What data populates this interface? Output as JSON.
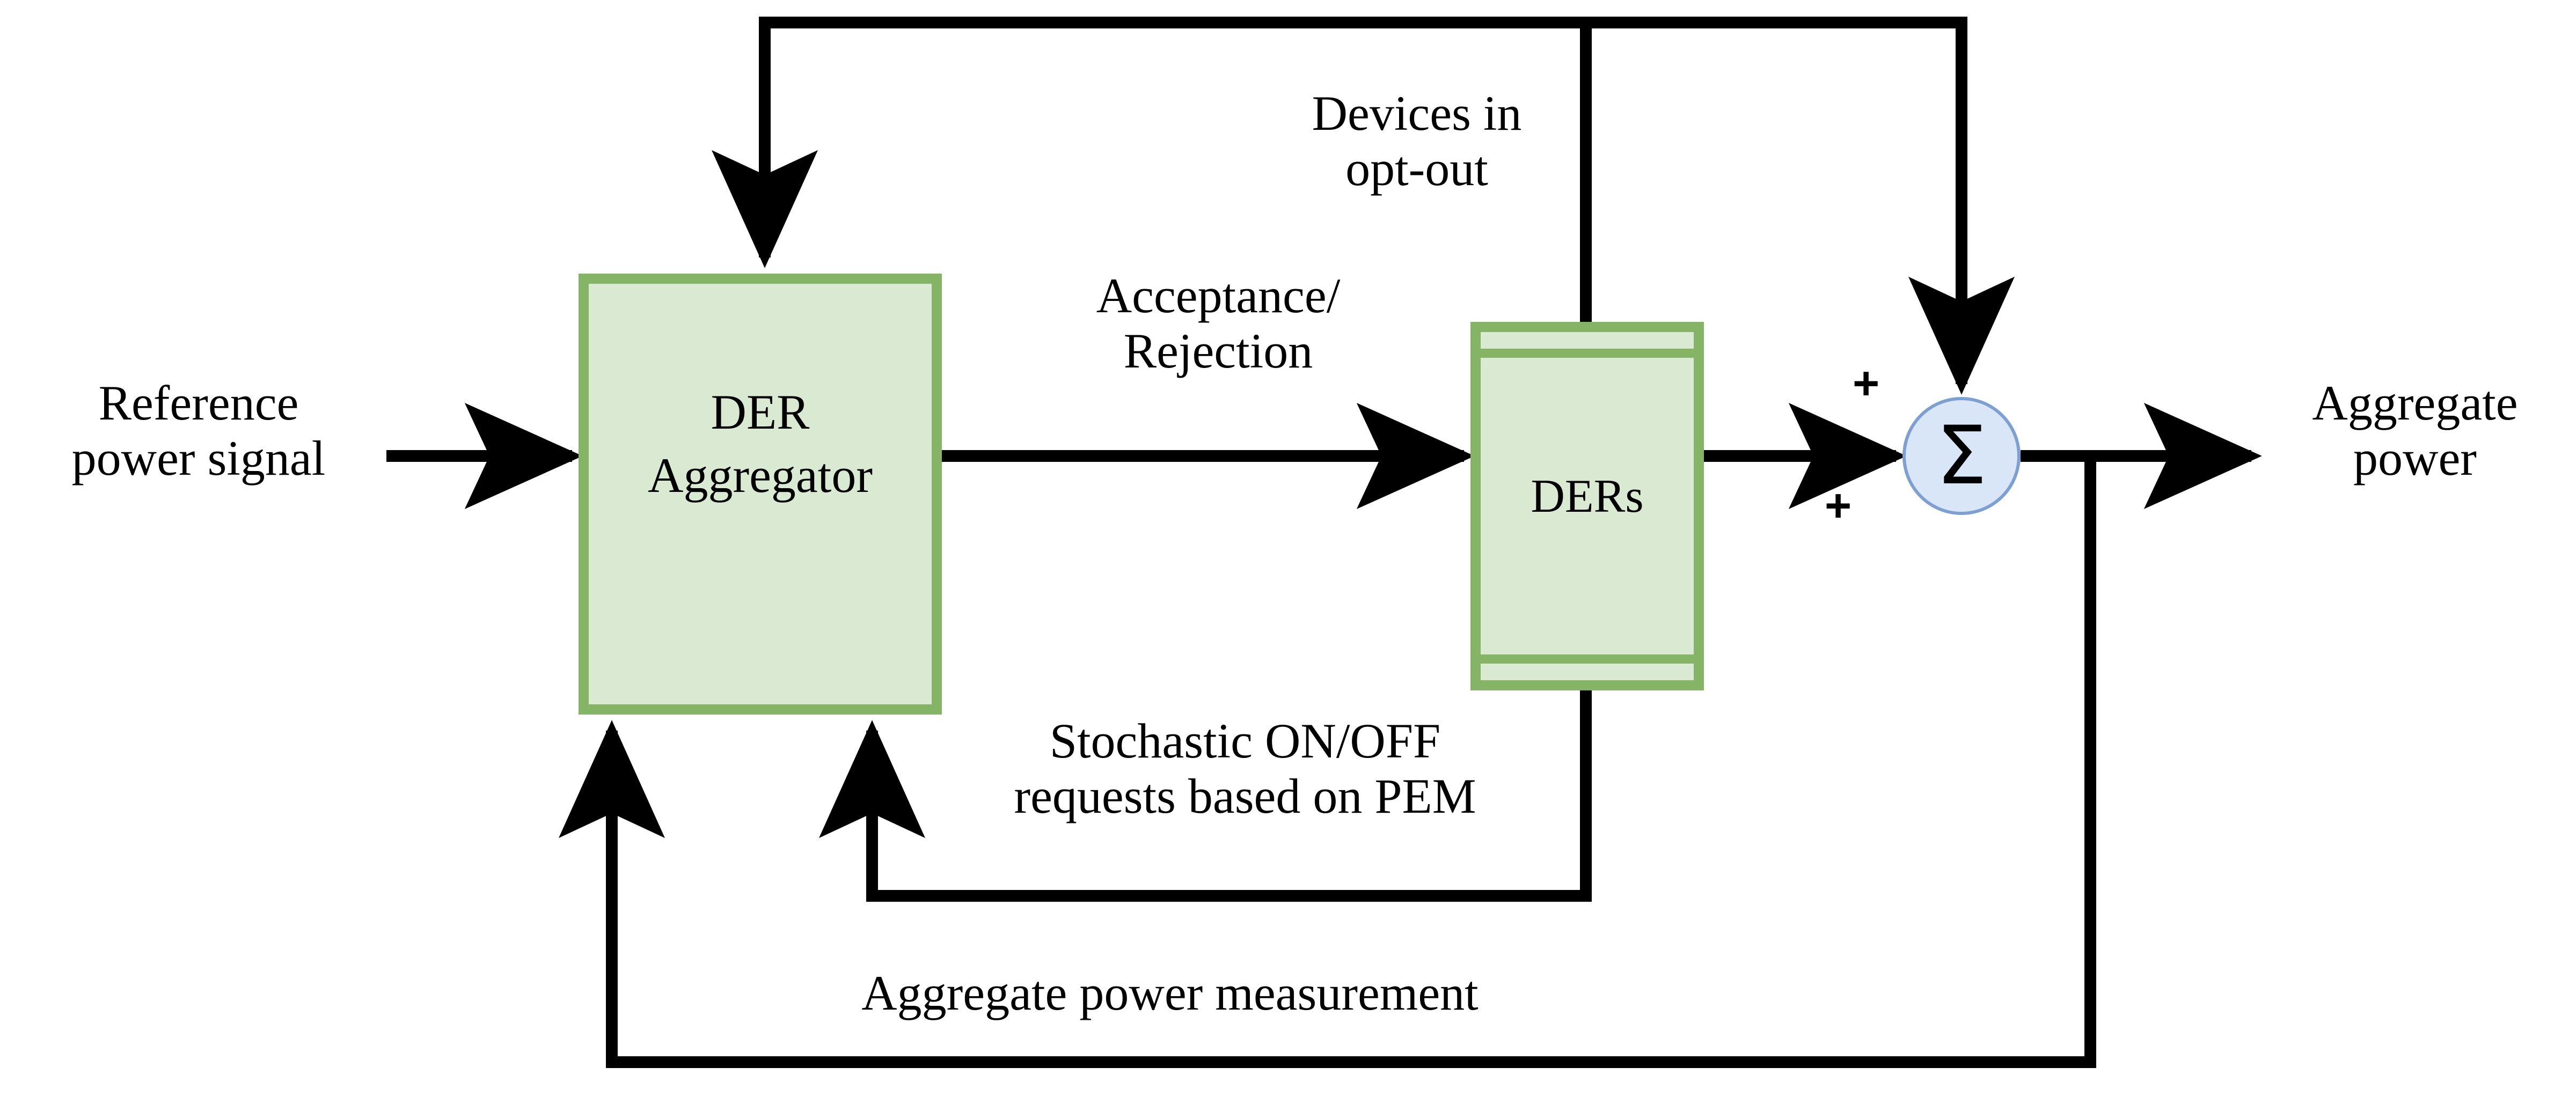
{
  "diagram": {
    "title": "DER aggregation control loop block diagram",
    "type": "control-block-diagram",
    "background_color": "#ffffff",
    "line_color": "#000000"
  },
  "blocks": {
    "aggregator": {
      "label": "DER\nAggregator",
      "line1": "DER",
      "line2": "Aggregator",
      "fill_color": "#d9e9d2",
      "border_color": "#85b466",
      "shape": "rectangle"
    },
    "ders": {
      "label": "DERs",
      "fill_color": "#d9e9d2",
      "border_color": "#85b466",
      "shape": "stacked-rectangle"
    },
    "summation": {
      "glyph": "Σ",
      "fill_color": "#d8e6f8",
      "border_color": "#7d9fd1",
      "shape": "circle",
      "sign_top_left": "+",
      "sign_bottom_left": "+"
    }
  },
  "signals": {
    "reference_input": "Reference\npower signal",
    "acceptance_rejection": "Acceptance/\nRejection",
    "devices_in_optout": "Devices in\nopt-out",
    "stochastic_requests": "Stochastic ON/OFF\nrequests based on PEM",
    "aggregate_power_measurement": "Aggregate power measurement",
    "aggregate_power_output": "Aggregate\npower"
  },
  "connections": [
    {
      "from": "reference-input",
      "to": "aggregator",
      "arrow": true
    },
    {
      "from": "aggregator",
      "to": "ders",
      "arrow": true,
      "label": "Acceptance/\nRejection"
    },
    {
      "from": "ders",
      "to": "summation",
      "arrow": true
    },
    {
      "from": "ders-top-bus",
      "to": "aggregator-top",
      "arrow": true,
      "label": "Devices in\nopt-out"
    },
    {
      "from": "ders-top-bus",
      "to": "summation-top",
      "arrow": true
    },
    {
      "from": "ders-bottom",
      "to": "aggregator-bottom-right",
      "arrow": true,
      "label": "Stochastic ON/OFF\nrequests based on PEM"
    },
    {
      "from": "summation-output-tap",
      "to": "aggregator-bottom-left",
      "arrow": true,
      "label": "Aggregate power measurement"
    },
    {
      "from": "summation",
      "to": "aggregate-power-output",
      "arrow": true
    }
  ]
}
